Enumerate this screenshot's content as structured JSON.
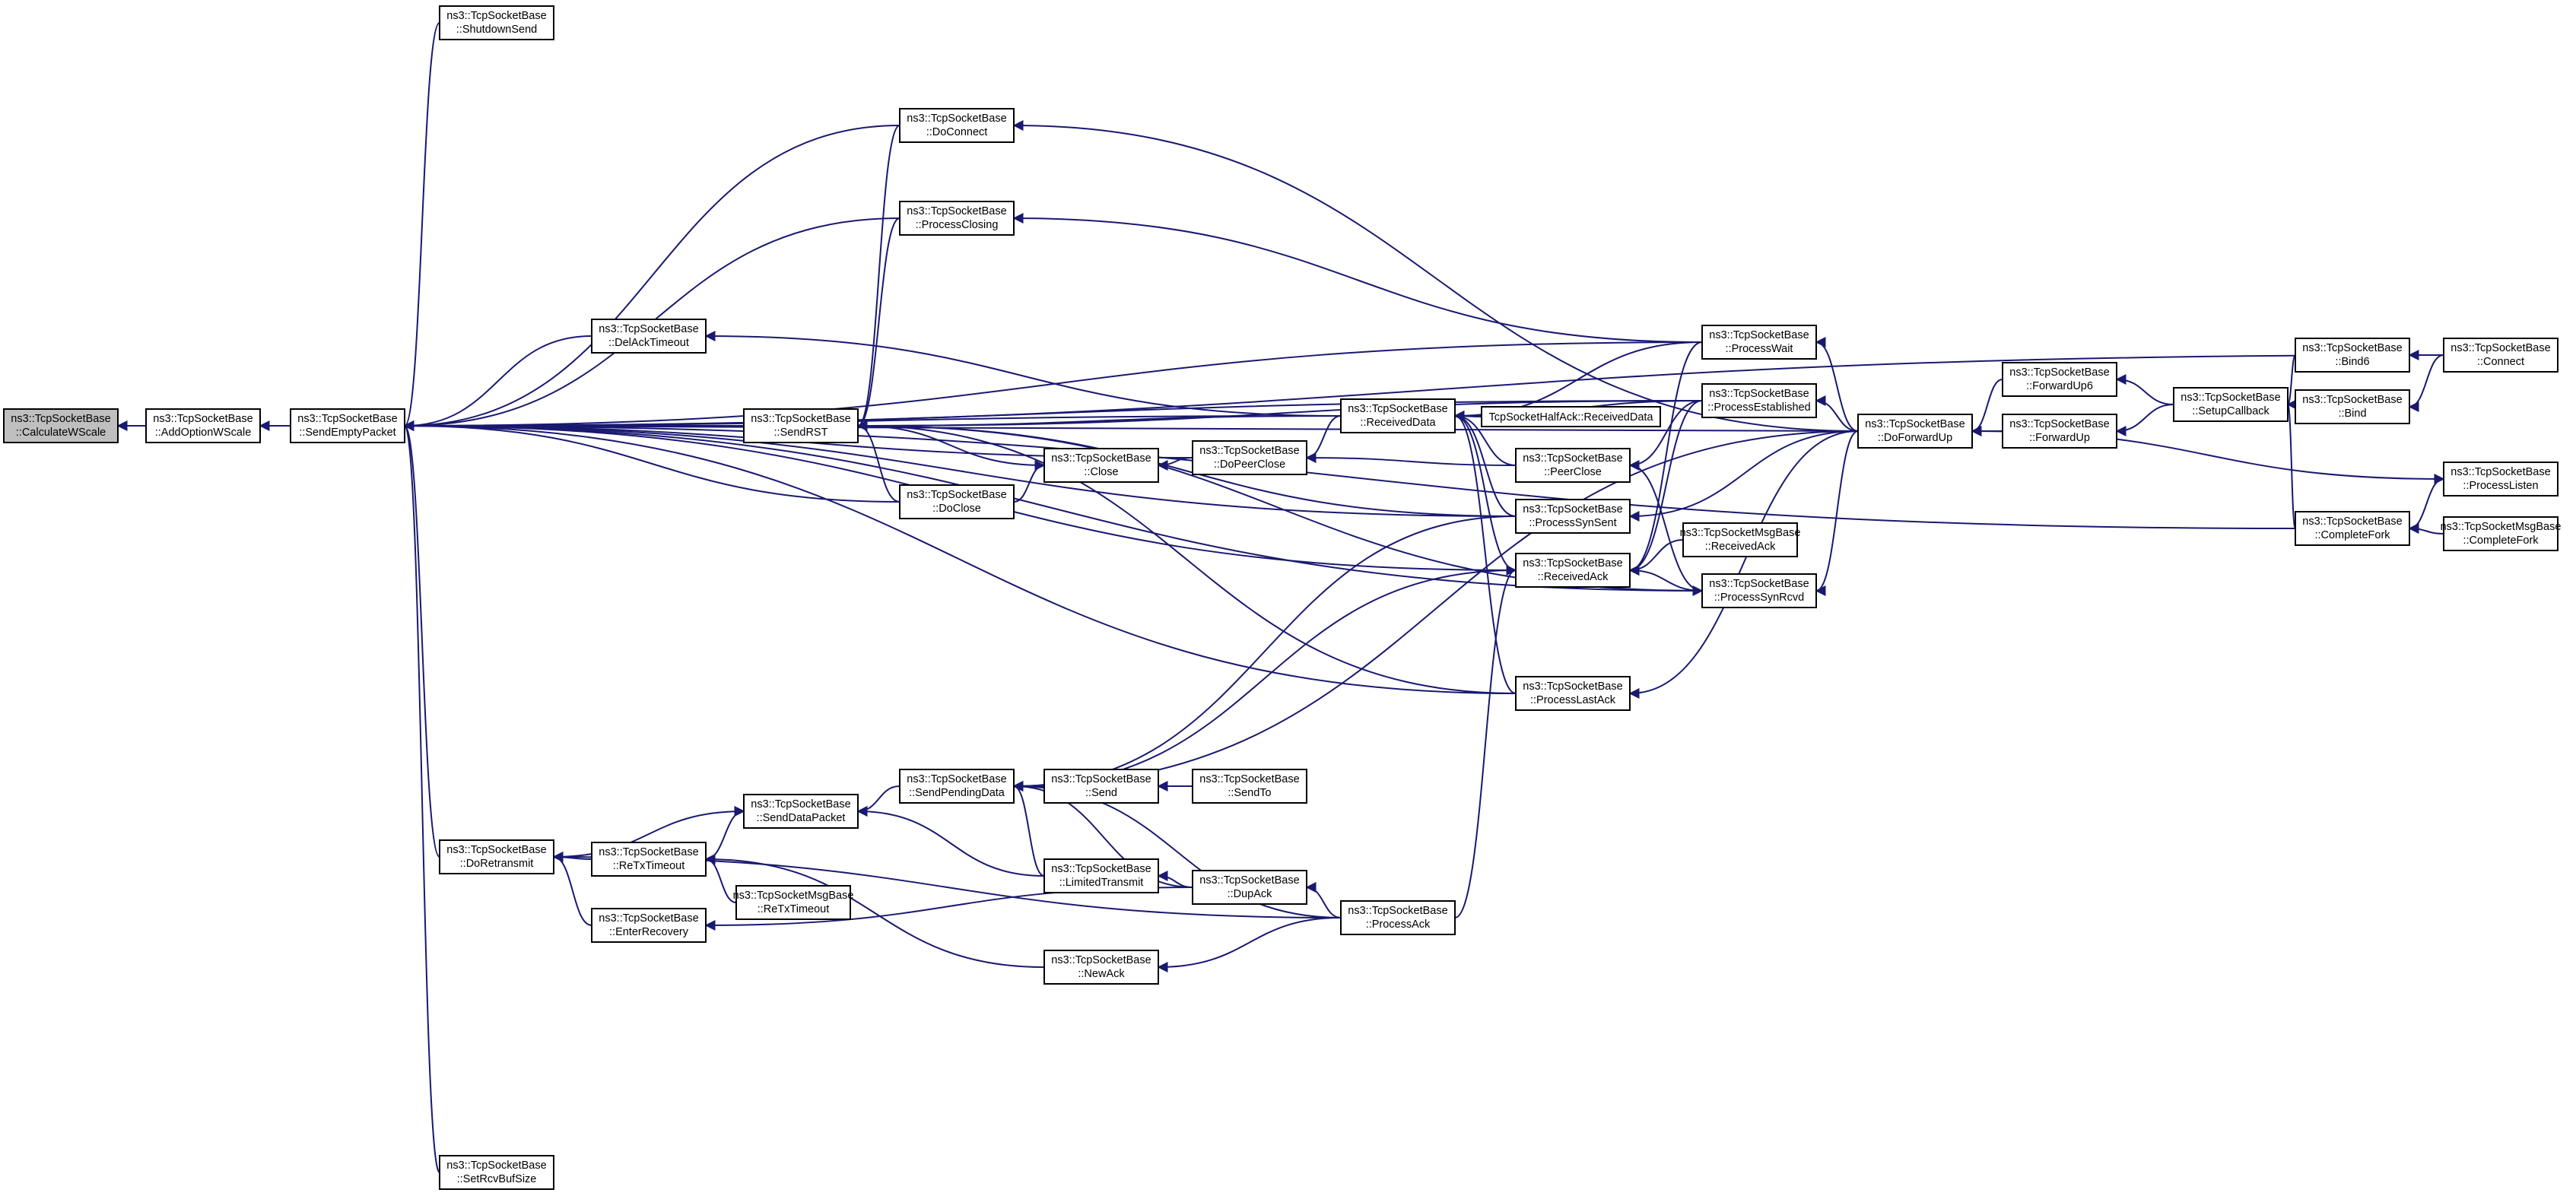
{
  "diagram": {
    "nodes": [
      {
        "id": "calc",
        "line1": "ns3::TcpSocketBase",
        "line2": "::CalculateWScale",
        "root": true
      },
      {
        "id": "addopt",
        "line1": "ns3::TcpSocketBase",
        "line2": "::AddOptionWScale"
      },
      {
        "id": "sendempty",
        "line1": "ns3::TcpSocketBase",
        "line2": "::SendEmptyPacket"
      },
      {
        "id": "shutdownsend",
        "line1": "ns3::TcpSocketBase",
        "line2": "::ShutdownSend"
      },
      {
        "id": "doconnect",
        "line1": "ns3::TcpSocketBase",
        "line2": "::DoConnect"
      },
      {
        "id": "processclosing",
        "line1": "ns3::TcpSocketBase",
        "line2": "::ProcessClosing"
      },
      {
        "id": "delacktimeout",
        "line1": "ns3::TcpSocketBase",
        "line2": "::DelAckTimeout"
      },
      {
        "id": "sendrst",
        "line1": "ns3::TcpSocketBase",
        "line2": "::SendRST"
      },
      {
        "id": "close",
        "line1": "ns3::TcpSocketBase",
        "line2": "::Close"
      },
      {
        "id": "doclose",
        "line1": "ns3::TcpSocketBase",
        "line2": "::DoClose"
      },
      {
        "id": "dopeerclose",
        "line1": "ns3::TcpSocketBase",
        "line2": "::DoPeerClose"
      },
      {
        "id": "receiveddata",
        "line1": "ns3::TcpSocketBase",
        "line2": "::ReceivedData"
      },
      {
        "id": "halfack",
        "line1": "TcpSocketHalfAck::ReceivedData",
        "line2": ""
      },
      {
        "id": "peerclose",
        "line1": "ns3::TcpSocketBase",
        "line2": "::PeerClose"
      },
      {
        "id": "processwait",
        "line1": "ns3::TcpSocketBase",
        "line2": "::ProcessWait"
      },
      {
        "id": "processestablished",
        "line1": "ns3::TcpSocketBase",
        "line2": "::ProcessEstablished"
      },
      {
        "id": "processsynsent",
        "line1": "ns3::TcpSocketBase",
        "line2": "::ProcessSynSent"
      },
      {
        "id": "receivedack",
        "line1": "ns3::TcpSocketBase",
        "line2": "::ReceivedAck"
      },
      {
        "id": "msgreceivedack",
        "line1": "ns3::TcpSocketMsgBase",
        "line2": "::ReceivedAck"
      },
      {
        "id": "processsynrcvd",
        "line1": "ns3::TcpSocketBase",
        "line2": "::ProcessSynRcvd"
      },
      {
        "id": "processlastack",
        "line1": "ns3::TcpSocketBase",
        "line2": "::ProcessLastAck"
      },
      {
        "id": "doforwardup",
        "line1": "ns3::TcpSocketBase",
        "line2": "::DoForwardUp"
      },
      {
        "id": "forwardup6",
        "line1": "ns3::TcpSocketBase",
        "line2": "::ForwardUp6"
      },
      {
        "id": "forwardup",
        "line1": "ns3::TcpSocketBase",
        "line2": "::ForwardUp"
      },
      {
        "id": "setupcallback",
        "line1": "ns3::TcpSocketBase",
        "line2": "::SetupCallback"
      },
      {
        "id": "bind6",
        "line1": "ns3::TcpSocketBase",
        "line2": "::Bind6"
      },
      {
        "id": "bind",
        "line1": "ns3::TcpSocketBase",
        "line2": "::Bind"
      },
      {
        "id": "connect",
        "line1": "ns3::TcpSocketBase",
        "line2": "::Connect"
      },
      {
        "id": "processlisten",
        "line1": "ns3::TcpSocketBase",
        "line2": "::ProcessListen"
      },
      {
        "id": "completefork",
        "line1": "ns3::TcpSocketBase",
        "line2": "::CompleteFork"
      },
      {
        "id": "msgcompletefork",
        "line1": "ns3::TcpSocketMsgBase",
        "line2": "::CompleteFork"
      },
      {
        "id": "sendpendingdata",
        "line1": "ns3::TcpSocketBase",
        "line2": "::SendPendingData"
      },
      {
        "id": "send",
        "line1": "ns3::TcpSocketBase",
        "line2": "::Send"
      },
      {
        "id": "sendto",
        "line1": "ns3::TcpSocketBase",
        "line2": "::SendTo"
      },
      {
        "id": "senddatapacket",
        "line1": "ns3::TcpSocketBase",
        "line2": "::SendDataPacket"
      },
      {
        "id": "doretransmit",
        "line1": "ns3::TcpSocketBase",
        "line2": "::DoRetransmit"
      },
      {
        "id": "retxtimeout",
        "line1": "ns3::TcpSocketBase",
        "line2": "::ReTxTimeout"
      },
      {
        "id": "msgretxtimeout",
        "line1": "ns3::TcpSocketMsgBase",
        "line2": "::ReTxTimeout"
      },
      {
        "id": "enterrecovery",
        "line1": "ns3::TcpSocketBase",
        "line2": "::EnterRecovery"
      },
      {
        "id": "limitedtransmit",
        "line1": "ns3::TcpSocketBase",
        "line2": "::LimitedTransmit"
      },
      {
        "id": "dupack",
        "line1": "ns3::TcpSocketBase",
        "line2": "::DupAck"
      },
      {
        "id": "newack",
        "line1": "ns3::TcpSocketBase",
        "line2": "::NewAck"
      },
      {
        "id": "processack",
        "line1": "ns3::TcpSocketBase",
        "line2": "::ProcessAck"
      },
      {
        "id": "setrcvbufsize",
        "line1": "ns3::TcpSocketBase",
        "line2": "::SetRcvBufSize"
      }
    ],
    "edges": [
      [
        "addopt",
        "calc"
      ],
      [
        "sendempty",
        "addopt"
      ],
      [
        "shutdownsend",
        "sendempty"
      ],
      [
        "doconnect",
        "sendempty"
      ],
      [
        "processclosing",
        "sendempty"
      ],
      [
        "delacktimeout",
        "sendempty"
      ],
      [
        "sendrst",
        "sendempty"
      ],
      [
        "doclose",
        "sendempty"
      ],
      [
        "dopeerclose",
        "sendempty"
      ],
      [
        "receiveddata",
        "sendempty"
      ],
      [
        "processwait",
        "sendempty"
      ],
      [
        "processestablished",
        "sendempty"
      ],
      [
        "processsynsent",
        "sendempty"
      ],
      [
        "doforwardup",
        "sendempty"
      ],
      [
        "connect",
        "sendempty"
      ],
      [
        "doretransmit",
        "sendempty"
      ],
      [
        "receivedack",
        "sendempty"
      ],
      [
        "processlastack",
        "sendempty"
      ],
      [
        "processsynrcvd",
        "sendempty"
      ],
      [
        "completefork",
        "sendempty"
      ],
      [
        "setrcvbufsize",
        "sendempty"
      ],
      [
        "doconnect",
        "sendrst"
      ],
      [
        "processclosing",
        "sendrst"
      ],
      [
        "close",
        "sendrst"
      ],
      [
        "doclose",
        "sendrst"
      ],
      [
        "receiveddata",
        "sendrst"
      ],
      [
        "processsynsent",
        "sendrst"
      ],
      [
        "processsynrcvd",
        "sendrst"
      ],
      [
        "processlastack",
        "sendrst"
      ],
      [
        "processestablished",
        "sendrst"
      ],
      [
        "doclose",
        "close"
      ],
      [
        "dopeerclose",
        "close"
      ],
      [
        "receiveddata",
        "dopeerclose"
      ],
      [
        "peerclose",
        "dopeerclose"
      ],
      [
        "halfack",
        "receiveddata"
      ],
      [
        "peerclose",
        "receiveddata"
      ],
      [
        "processwait",
        "receiveddata"
      ],
      [
        "processestablished",
        "receiveddata"
      ],
      [
        "processsynsent",
        "receiveddata"
      ],
      [
        "receivedack",
        "receiveddata"
      ],
      [
        "processlastack",
        "receiveddata"
      ],
      [
        "receiveddata",
        "delacktimeout"
      ],
      [
        "processestablished",
        "peerclose"
      ],
      [
        "processwait",
        "processclosing"
      ],
      [
        "doforwardup",
        "doconnect"
      ],
      [
        "doforwardup",
        "processwait"
      ],
      [
        "doforwardup",
        "processestablished"
      ],
      [
        "doforwardup",
        "processsynsent"
      ],
      [
        "doforwardup",
        "processsynrcvd"
      ],
      [
        "doforwardup",
        "processlastack"
      ],
      [
        "msgreceivedack",
        "receivedack"
      ],
      [
        "processestablished",
        "receivedack"
      ],
      [
        "processsynrcvd",
        "receivedack"
      ],
      [
        "processwait",
        "receivedack"
      ],
      [
        "peerclose",
        "processsynrcvd"
      ],
      [
        "forwardup6",
        "doforwardup"
      ],
      [
        "forwardup",
        "doforwardup"
      ],
      [
        "setupcallback",
        "forwardup6"
      ],
      [
        "setupcallback",
        "forwardup"
      ],
      [
        "bind6",
        "setupcallback"
      ],
      [
        "bind",
        "setupcallback"
      ],
      [
        "completefork",
        "setupcallback"
      ],
      [
        "connect",
        "bind6"
      ],
      [
        "connect",
        "bind"
      ],
      [
        "processlisten",
        "completefork"
      ],
      [
        "msgcompletefork",
        "completefork"
      ],
      [
        "doforwardup",
        "processlisten"
      ],
      [
        "send",
        "sendpendingdata"
      ],
      [
        "sendto",
        "send"
      ],
      [
        "processsynsent",
        "sendpendingdata"
      ],
      [
        "receivedack",
        "sendpendingdata"
      ],
      [
        "limitedtransmit",
        "sendpendingdata"
      ],
      [
        "dupack",
        "sendpendingdata"
      ],
      [
        "processack",
        "sendpendingdata"
      ],
      [
        "doforwardup",
        "sendpendingdata"
      ],
      [
        "sendpendingdata",
        "senddatapacket"
      ],
      [
        "limitedtransmit",
        "senddatapacket"
      ],
      [
        "doretransmit",
        "senddatapacket"
      ],
      [
        "retxtimeout",
        "senddatapacket"
      ],
      [
        "retxtimeout",
        "doretransmit"
      ],
      [
        "enterrecovery",
        "doretransmit"
      ],
      [
        "processack",
        "doretransmit"
      ],
      [
        "msgretxtimeout",
        "retxtimeout"
      ],
      [
        "newack",
        "retxtimeout"
      ],
      [
        "dupack",
        "enterrecovery"
      ],
      [
        "dupack",
        "limitedtransmit"
      ],
      [
        "processack",
        "dupack"
      ],
      [
        "processack",
        "newack"
      ],
      [
        "processack",
        "receivedack"
      ]
    ]
  }
}
